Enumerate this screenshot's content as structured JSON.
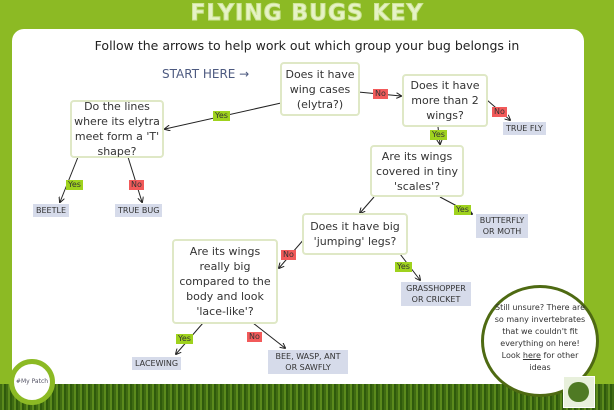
{
  "title": "FLYING BUGS KEY",
  "subtitle": "Follow the arrows to help work out which group your bug belongs in",
  "start": "START HERE →",
  "questions": {
    "q1": "Does it have wing cases (elytra?)",
    "q2": "Does it have more than 2 wings?",
    "q3": "Do the lines where its elytra meet form a 'T' shape?",
    "q4": "Are its wings covered in tiny 'scales'?",
    "q5": "Does it have  big 'jumping' legs?",
    "q6": "Are its wings really big compared to the body and look 'lace-like'?"
  },
  "results": {
    "true_fly": "TRUE FLY",
    "beetle": "BEETLE",
    "true_bug": "TRUE BUG",
    "butterfly": "BUTTERFLY OR MOTH",
    "grasshopper": "GRASSHOPPER OR CRICKET",
    "lacewing": "LACEWING",
    "bee": "BEE, WASP, ANT OR SAWFLY"
  },
  "yes": "Yes",
  "no": "No",
  "help": {
    "before": "Still unsure? There are so many invertebrates that we couldn't fit everything on here! Look ",
    "link": "here",
    "after": " for other ideas"
  },
  "logo_text": "#My Patch"
}
